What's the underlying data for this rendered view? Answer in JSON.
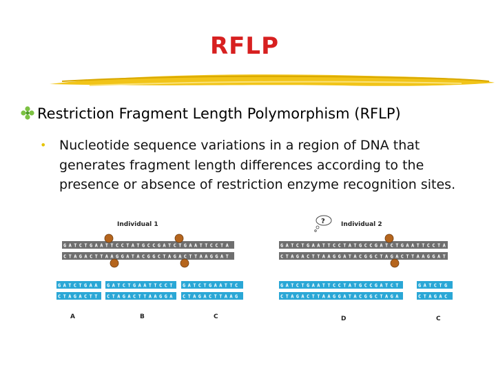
{
  "slide": {
    "title": "RFLP",
    "main_bullet": "Restriction Fragment Length Polymorphism (RFLP)",
    "sub_bullet": "Nucleotide sequence variations in a region of DNA that generates fragment length differences according to the presence or absence of restriction enzyme recognition sites."
  },
  "figure": {
    "individual_1": "Individual 1",
    "individual_2": "Individual 2",
    "question_mark": "?",
    "fragments_1": [
      "A",
      "B",
      "C"
    ],
    "fragments_2": [
      "D",
      "C"
    ],
    "top_strand": "GATCTGAATTCCTATGCCGATCTGAATTCCTAT",
    "bottom_strand": "CTAGACTTAAGGATACGGCTAGACTTAAGGATA",
    "colors": {
      "title": "#d72020",
      "bullet": "#e6c400",
      "strand_top": "#6f6f6f",
      "strand_frag": "#2aa7d6",
      "enzyme": "#b5651d"
    }
  }
}
